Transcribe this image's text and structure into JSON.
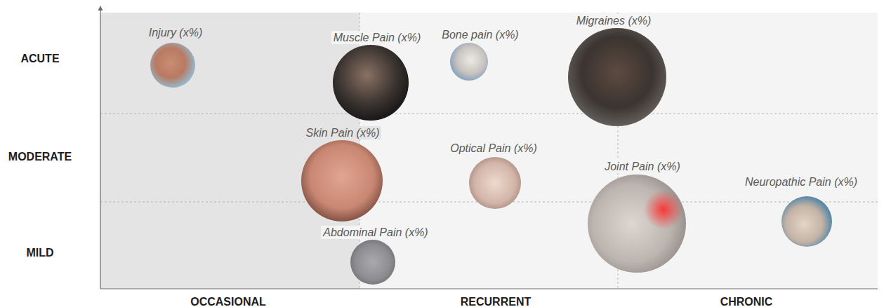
{
  "diagram": {
    "nodes": [
      {
        "text": [
          "Injury (x%)"
        ]
      },
      {
        "text": [
          "Muscle Pain (x%)"
        ]
      },
      {
        "text": [
          "Bone pain (x%)"
        ]
      },
      {
        "text": [
          "Migraines (x%)"
        ]
      },
      {
        "text": [
          "Skin Pain (x%)"
        ]
      },
      {
        "text": [
          "Optical Pain (x%)"
        ]
      },
      {
        "text": [
          "Joint Pain (x%)"
        ]
      },
      {
        "text": [
          "Neuropathic Pain (x%)"
        ]
      },
      {
        "text": [
          "Abdominal Pain (x%)"
        ]
      }
    ],
    "labels": [
      "ACUTE",
      "MODERATE",
      "MILD",
      "OCCASIONAL",
      "RECURRENT",
      "CHRONIC"
    ]
  }
}
